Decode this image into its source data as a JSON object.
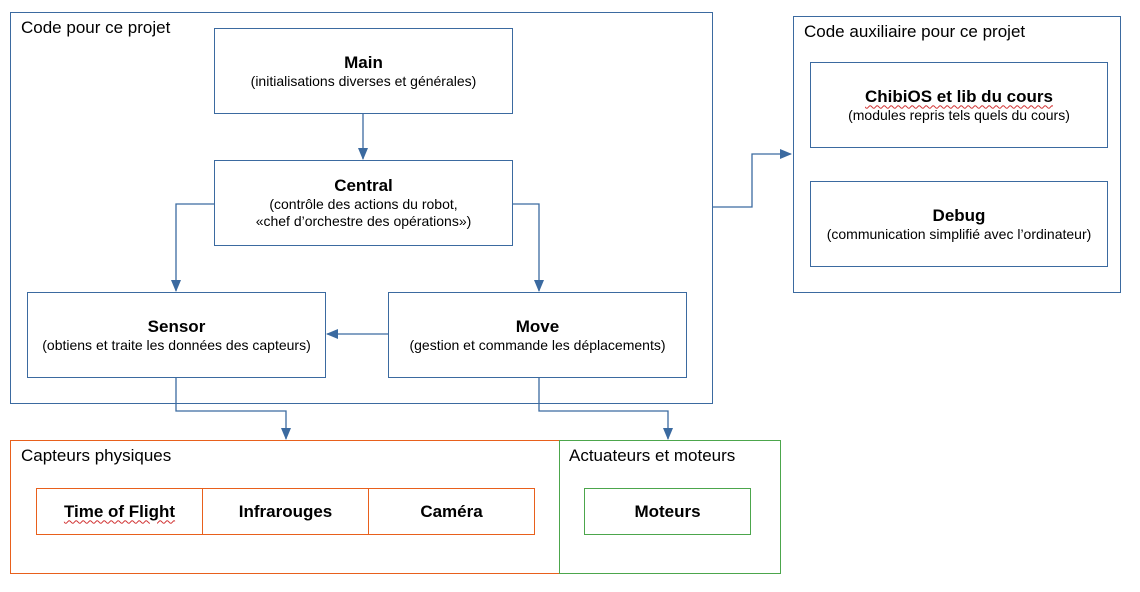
{
  "projet": {
    "title": "Code pour ce projet",
    "main": {
      "title": "Main",
      "sub": "(initialisations diverses et générales)"
    },
    "central": {
      "title": "Central",
      "sub1": "(contrôle des actions du robot,",
      "sub2": "«chef d’orchestre des opérations»)"
    },
    "sensor": {
      "title": "Sensor",
      "sub": "(obtiens et traite les données des capteurs)"
    },
    "move": {
      "title": "Move",
      "sub": "(gestion et commande les déplacements)"
    }
  },
  "auxiliaire": {
    "title": "Code auxiliaire pour ce projet",
    "chibios": {
      "title": "ChibiOS et lib du cours",
      "sub": "(modules repris tels quels du cours)"
    },
    "debug": {
      "title": "Debug",
      "sub": "(communication simplifié avec l’ordinateur)"
    }
  },
  "capteurs": {
    "title": "Capteurs physiques",
    "items": [
      "Time of Flight",
      "Infrarouges",
      "Caméra"
    ]
  },
  "actuateurs": {
    "title": "Actuateurs et moteurs",
    "items": [
      "Moteurs"
    ]
  },
  "colors": {
    "blue": "#3b6aa0",
    "orange": "#e8601c",
    "green": "#4ca64c"
  }
}
